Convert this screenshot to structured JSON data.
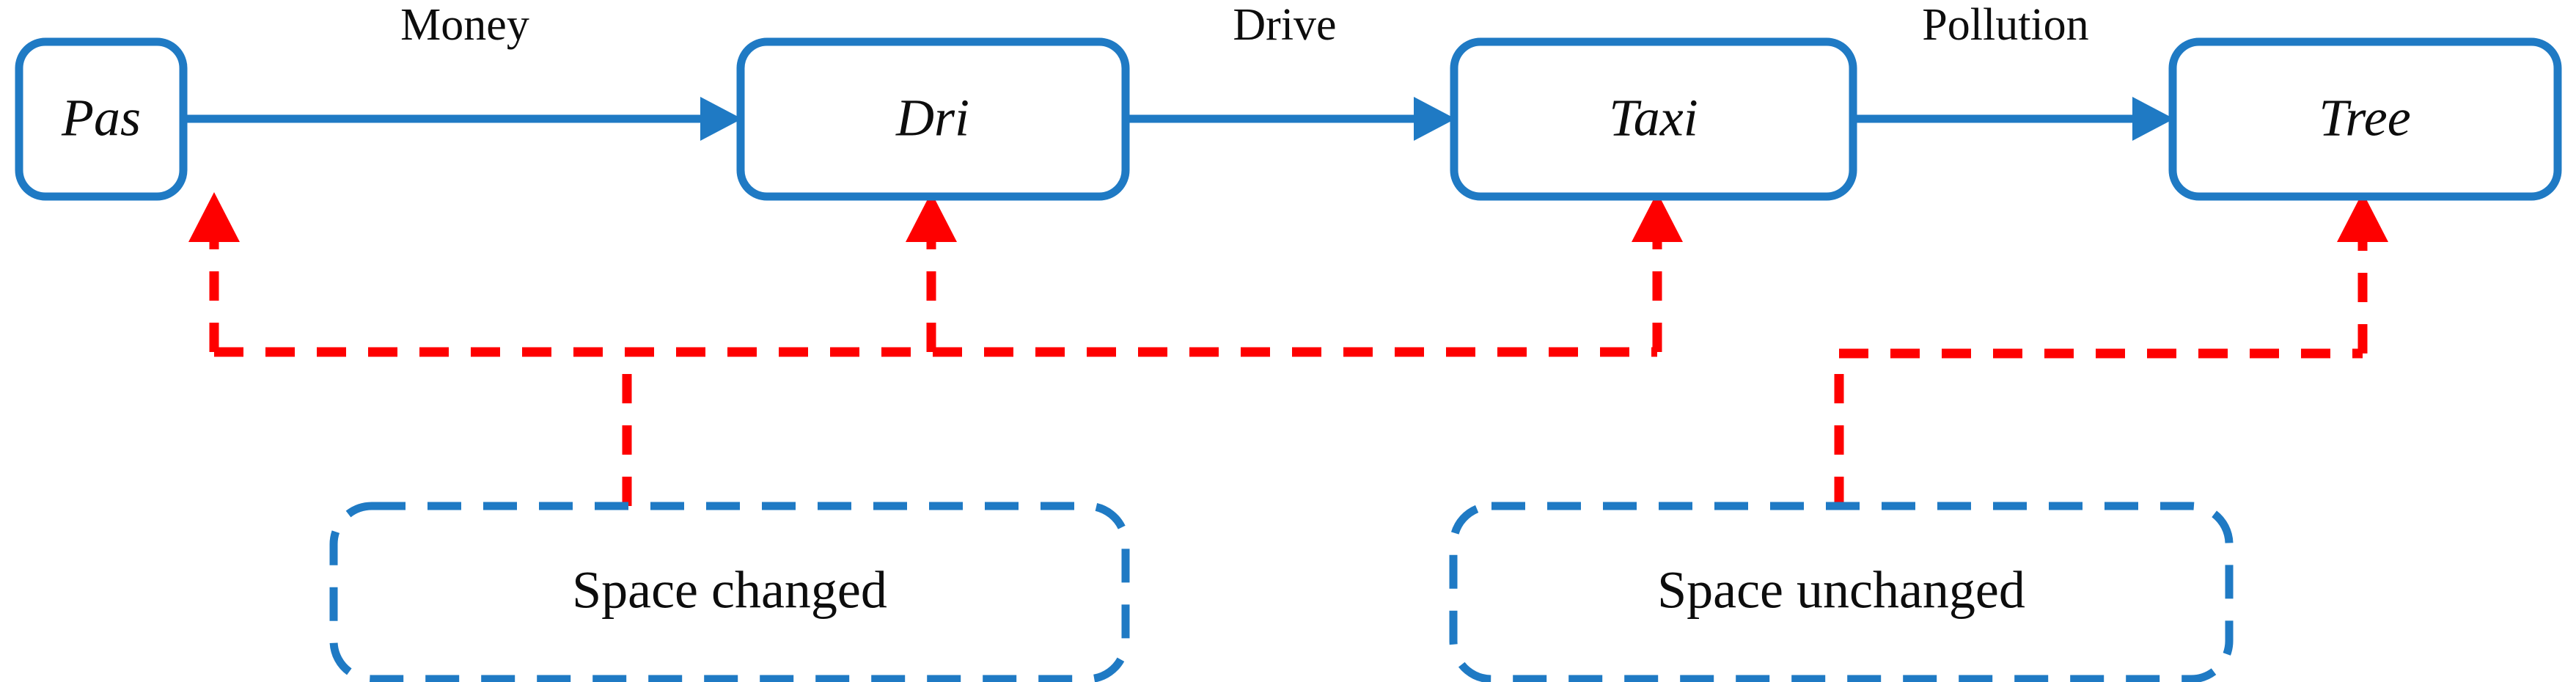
{
  "diagram": {
    "type": "causal-flow-diagram",
    "background_color": "#ffffff",
    "colors": {
      "flow": "#1f7ac4",
      "dependency": "#fe0000",
      "text": "#0d0d0d"
    },
    "nodes": [
      {
        "id": "pas",
        "label": "Pas"
      },
      {
        "id": "dri",
        "label": "Dri"
      },
      {
        "id": "taxi",
        "label": "Taxi"
      },
      {
        "id": "tree",
        "label": "Tree"
      }
    ],
    "flow_edges": [
      {
        "from": "pas",
        "to": "dri",
        "label": "Money"
      },
      {
        "from": "dri",
        "to": "taxi",
        "label": "Drive"
      },
      {
        "from": "taxi",
        "to": "tree",
        "label": "Pollution"
      }
    ],
    "groups": [
      {
        "id": "space-changed",
        "label": "Space changed",
        "targets": [
          "pas",
          "dri",
          "taxi"
        ]
      },
      {
        "id": "space-unchanged",
        "label": "Space unchanged",
        "targets": [
          "tree"
        ]
      }
    ]
  }
}
